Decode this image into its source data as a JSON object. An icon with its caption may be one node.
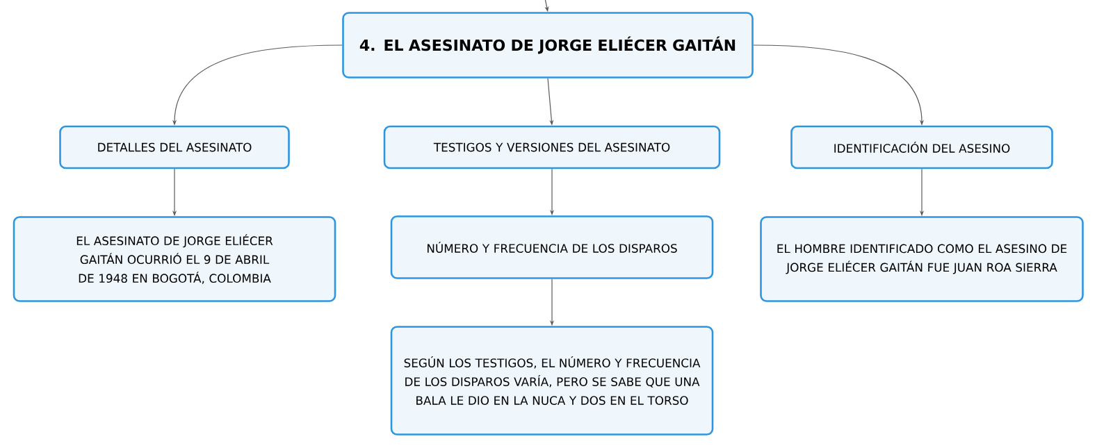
{
  "diagram": {
    "nodes": [
      {
        "text": [
          "4. EL ASESINATO DE JORGE ELIÉCER GAITÁN"
        ]
      },
      {
        "text": [
          "DETALLES DEL ASESINATO"
        ]
      },
      {
        "text": [
          "TESTIGOS Y VERSIONES DEL ASESINATO"
        ]
      },
      {
        "text": [
          "IDENTIFICACIÓN DEL ASESINO"
        ]
      },
      {
        "text": [
          "EL ASESINATO DE JORGE ELIÉCER GAITÁN OCURRIÓ EL 9 DE ABRIL DE 1948 EN BOGOTÁ, COLOMBIA"
        ]
      },
      {
        "text": [
          "NÚMERO Y FRECUENCIA DE LOS DISPAROS"
        ]
      },
      {
        "text": [
          "SEGÚN LOS TESTIGOS, EL NÚMERO Y FRECUENCIA DE LOS DISPAROS VARÍA, PERO SE SABE QUE UNA BALA LE DIO EN LA NUCA Y DOS EN EL TORSO"
        ]
      },
      {
        "text": [
          "EL HOMBRE IDENTIFICADO COMO EL ASESINO DE JORGE ELIÉCER GAITÁN FUE JUAN ROA SIERRA"
        ]
      }
    ],
    "edges": [
      {
        "from": null,
        "to": 0,
        "arrow": "to"
      },
      {
        "from": 0,
        "to": 1,
        "arrow": "to"
      },
      {
        "from": 0,
        "to": 2,
        "arrow": "to"
      },
      {
        "from": 0,
        "to": 3,
        "arrow": "to"
      },
      {
        "from": 1,
        "to": 4,
        "arrow": "to"
      },
      {
        "from": 2,
        "to": 5,
        "arrow": "to"
      },
      {
        "from": 5,
        "to": 6,
        "arrow": "to"
      },
      {
        "from": 3,
        "to": 7,
        "arrow": "to"
      }
    ]
  }
}
